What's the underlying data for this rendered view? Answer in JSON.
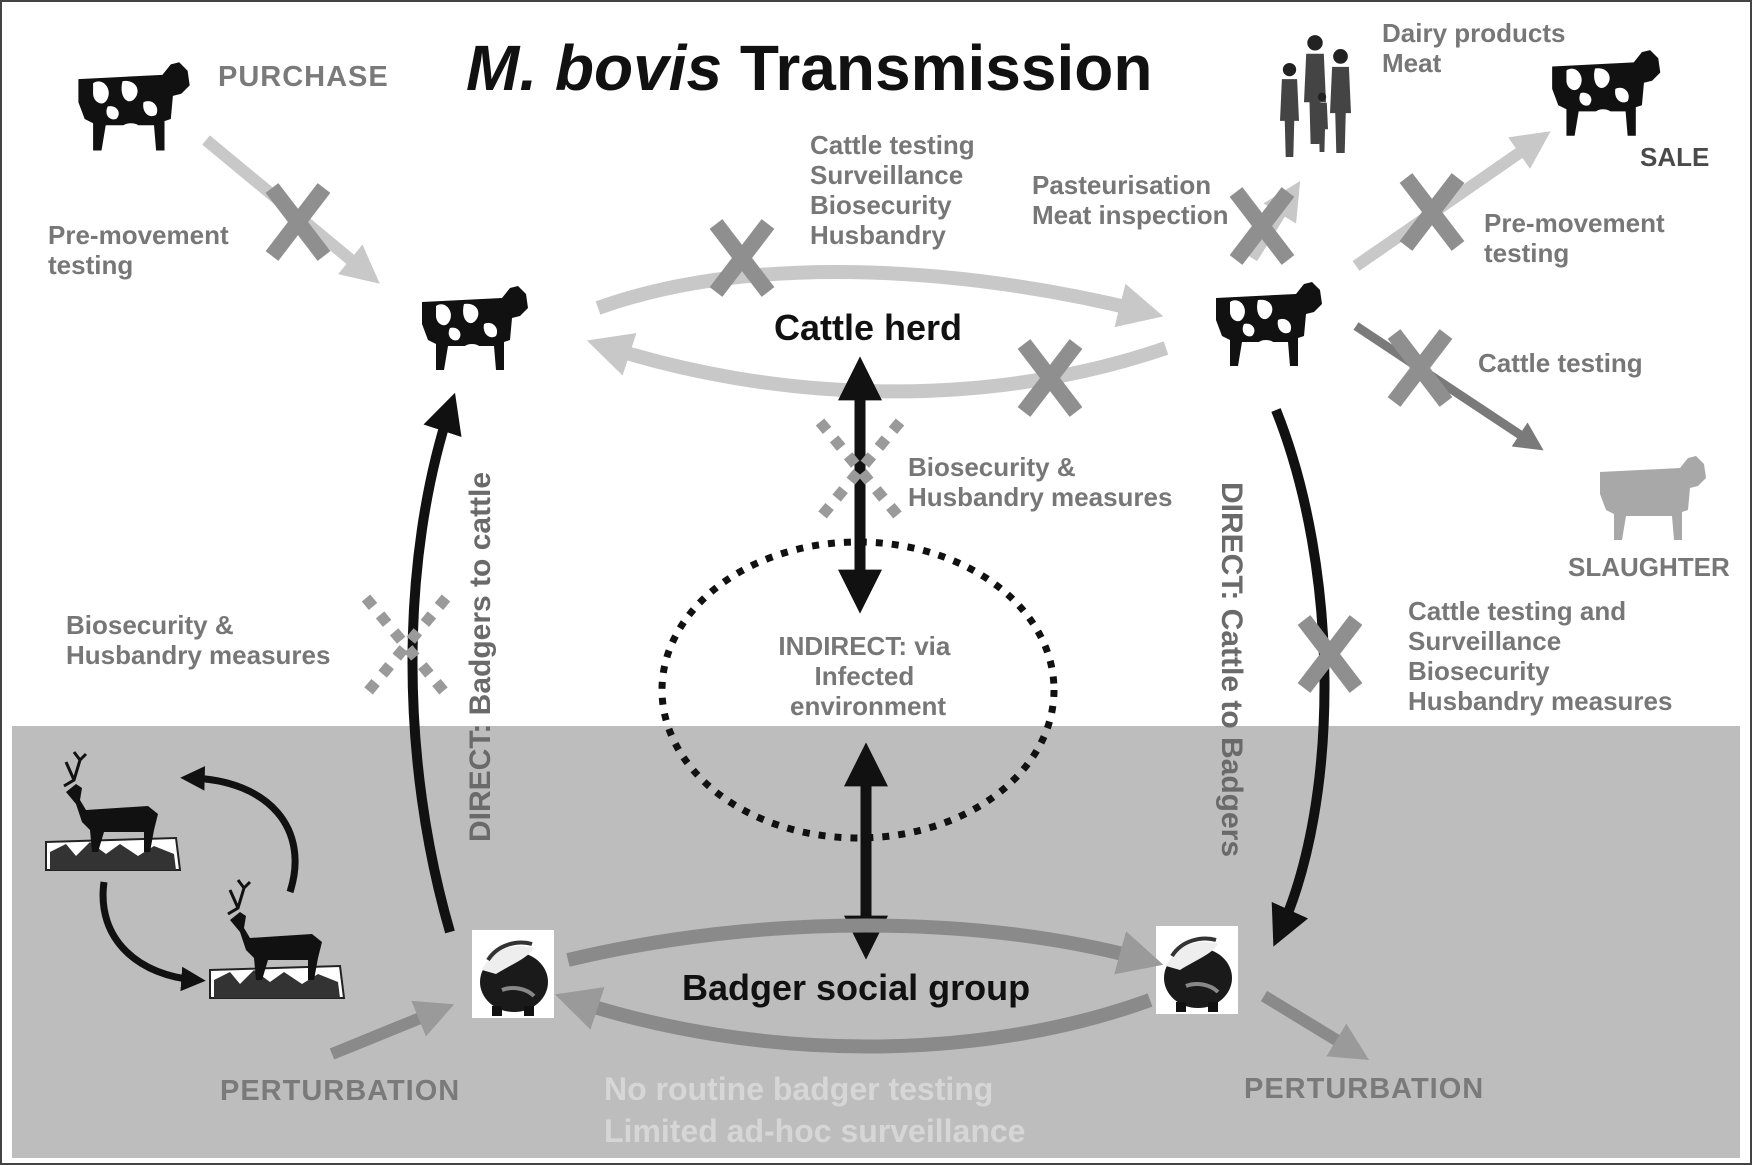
{
  "title": {
    "italic": "M. bovis",
    "rest": "Transmission"
  },
  "purchase": {
    "label": "PURCHASE",
    "pre_movement": [
      "Pre-movement",
      "testing"
    ]
  },
  "sale": {
    "label": "SALE",
    "pre_movement": [
      "Pre-movement",
      "testing"
    ]
  },
  "consumers": {
    "products": [
      "Dairy products",
      "Meat"
    ]
  },
  "herd_controls": [
    "Cattle testing",
    "Surveillance",
    "Biosecurity",
    "Husbandry"
  ],
  "food_controls": [
    "Pasteurisation",
    "Meat inspection"
  ],
  "slaughter": {
    "label": "SLAUGHTER",
    "control": "Cattle testing"
  },
  "cattle_herd": "Cattle herd",
  "indirect": [
    "INDIRECT: via",
    "Infected",
    "environment"
  ],
  "biosecurity_center": [
    "Biosecurity &",
    "Husbandry measures"
  ],
  "biosecurity_left": [
    "Biosecurity &",
    "Husbandry measures"
  ],
  "direct_badgers_to_cattle": "DIRECT: Badgers to cattle",
  "direct_cattle_to_badgers": "DIRECT: Cattle to Badgers",
  "cattle_to_badger_controls": [
    "Cattle testing and",
    "Surveillance",
    "Biosecurity",
    "Husbandry measures"
  ],
  "badger_group": "Badger social group",
  "perturbation_left": "PERTURBATION",
  "perturbation_right": "PERTURBATION",
  "badger_surveillance": [
    "No routine badger testing",
    "Limited ad-hoc surveillance"
  ],
  "colors": {
    "wildlife_zone": "#bdbdbd",
    "cross": "#8f8f8f",
    "arrow_dark": "#111111",
    "arrow_light": "#c8c8c8"
  }
}
